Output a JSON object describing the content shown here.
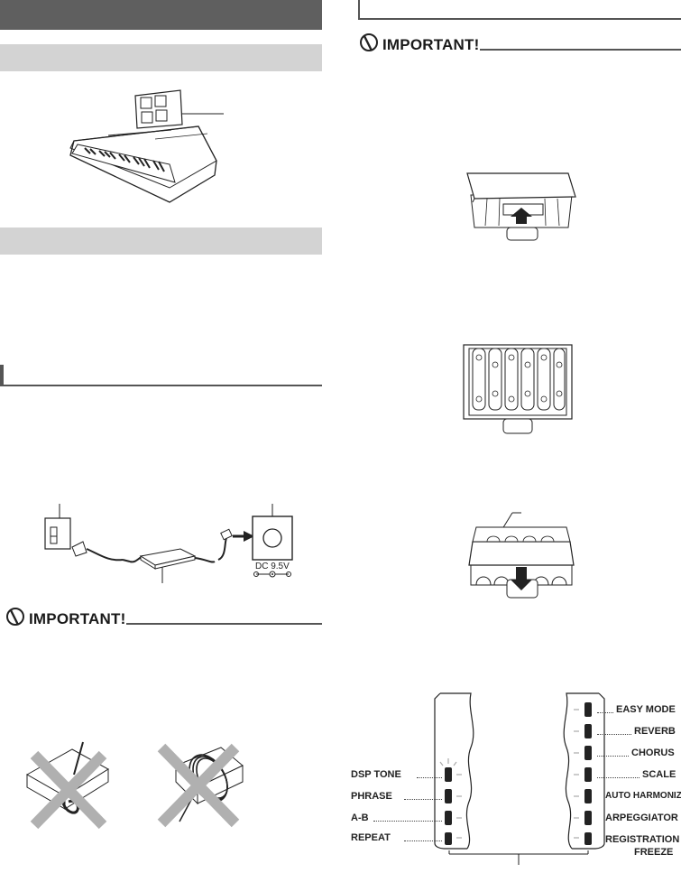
{
  "important_label": "IMPORTANT!",
  "ac_adaptor": {
    "dc_label": "DC 9.5V"
  },
  "indicator_panel": {
    "left_labels": [
      "DSP TONE",
      "PHRASE",
      "A-B",
      "REPEAT"
    ],
    "right_labels": [
      "EASY MODE",
      "REVERB",
      "CHORUS",
      "SCALE",
      "AUTO HARMONIZE",
      "ARPEGGIATOR",
      "REGISTRATION",
      "FREEZE"
    ]
  }
}
